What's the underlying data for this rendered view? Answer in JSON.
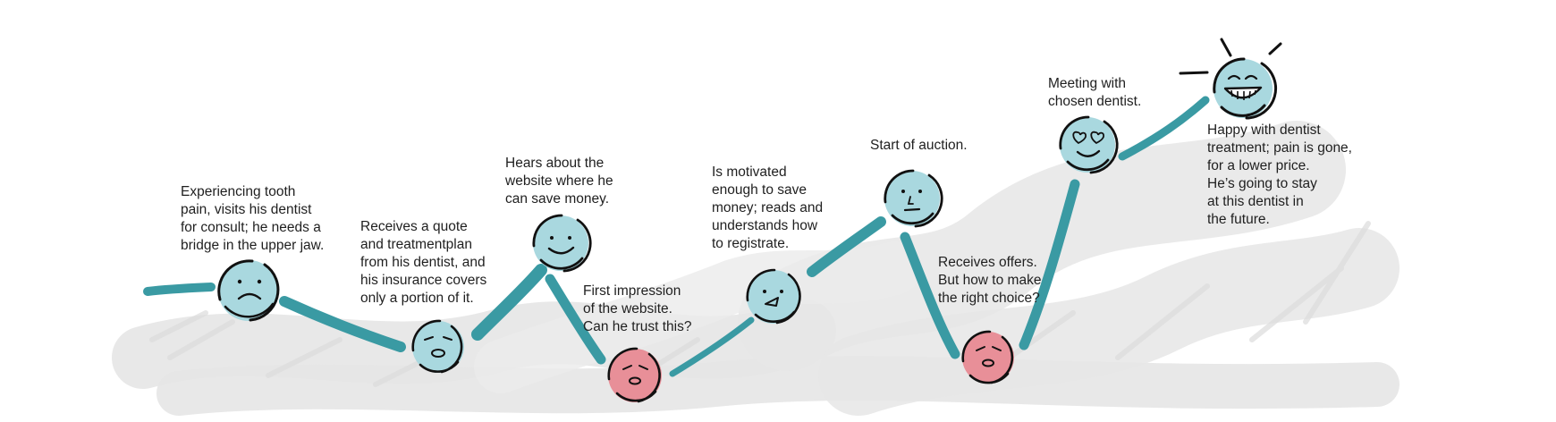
{
  "colors": {
    "path": "#3a9aa3",
    "happy_face": "#a9d8df",
    "sad_face": "#e88f98",
    "scribble": "#e3e3e3",
    "outline": "#111111"
  },
  "stages": [
    {
      "id": "s1",
      "mood": "sad",
      "face": "neutral-blue",
      "lines": [
        "Experiencing tooth",
        "pain, visits his dentist",
        "for consult; he needs a",
        "bridge in the upper jaw."
      ]
    },
    {
      "id": "s2",
      "mood": "worried",
      "face": "neutral-blue",
      "lines": [
        "Receives a quote",
        "and treatmentplan",
        "from his dentist, and",
        "his insurance covers",
        "only a portion of it."
      ]
    },
    {
      "id": "s3",
      "mood": "smile",
      "face": "happy-blue",
      "lines": [
        "Hears about the",
        "website where he",
        "can save money."
      ]
    },
    {
      "id": "s4",
      "mood": "worried",
      "face": "sad-red",
      "lines": [
        "First impression",
        "of the website.",
        "Can he trust this?"
      ]
    },
    {
      "id": "s5",
      "mood": "content",
      "face": "happy-blue",
      "lines": [
        "Is motivated",
        "enough to save",
        "money; reads and",
        "understands how",
        "to registrate."
      ]
    },
    {
      "id": "s6",
      "mood": "neutral",
      "face": "neutral-blue",
      "lines": [
        "Start of auction."
      ]
    },
    {
      "id": "s7",
      "mood": "worried",
      "face": "sad-red",
      "lines": [
        "Receives offers.",
        "But how to make",
        "the right choice?"
      ]
    },
    {
      "id": "s8",
      "mood": "love",
      "face": "happy-blue",
      "lines": [
        "Meeting with",
        "chosen dentist."
      ]
    },
    {
      "id": "s9",
      "mood": "ecstatic",
      "face": "happy-blue",
      "lines": [
        "Happy with dentist",
        "treatment; pain is gone,",
        "for a lower price.",
        "He’s going to stay",
        "at this dentist in",
        "the future."
      ]
    }
  ]
}
